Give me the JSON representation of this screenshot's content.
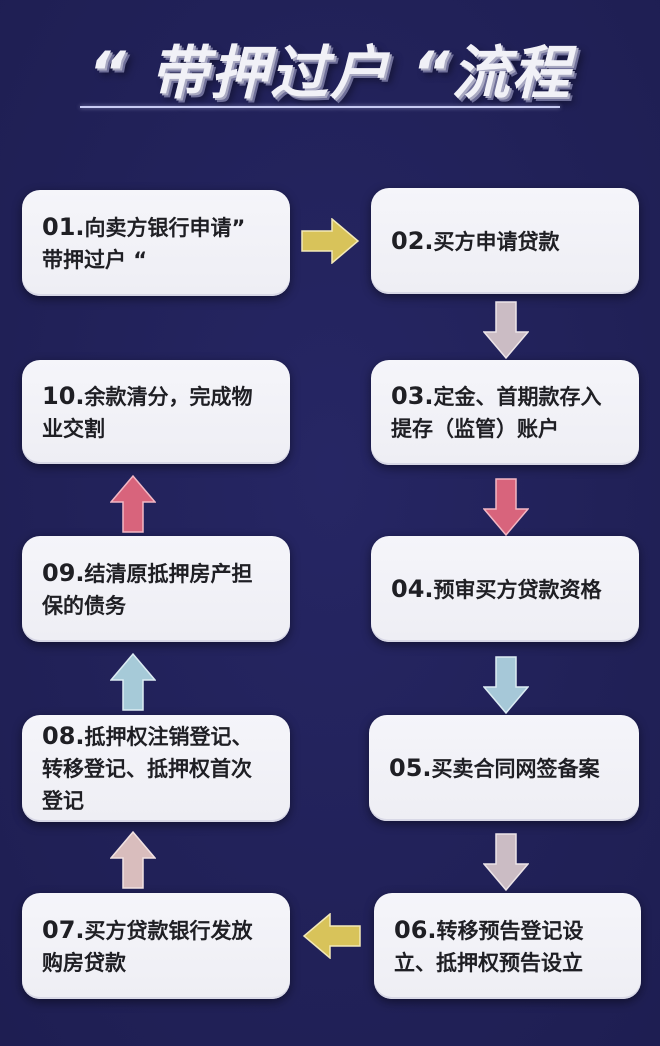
{
  "title": "“ 带押过户 “流程",
  "steps": [
    {
      "num": "01.",
      "text": "向卖方银行申请” 带押过户 “"
    },
    {
      "num": "02.",
      "text": "买方申请贷款"
    },
    {
      "num": "03.",
      "text": "定金、首期款存入提存（监管）账户"
    },
    {
      "num": "04.",
      "text": "预审买方贷款资格"
    },
    {
      "num": "05.",
      "text": "买卖合同网签备案"
    },
    {
      "num": "06.",
      "text": "转移预告登记设立、抵押权预告设立"
    },
    {
      "num": "07.",
      "text": "买方贷款银行发放购房贷款"
    },
    {
      "num": "08.",
      "text": "抵押权注销登记、转移登记、抵押权首次登记"
    },
    {
      "num": "09.",
      "text": "结清原抵押房产担保的债务"
    },
    {
      "num": "10.",
      "text": "余款清分，完成物业交割"
    }
  ],
  "arrows": [
    {
      "from": "01",
      "to": "02",
      "direction": "right",
      "color": "#d8c35a"
    },
    {
      "from": "02",
      "to": "03",
      "direction": "down",
      "color": "#cbbcc4"
    },
    {
      "from": "03",
      "to": "04",
      "direction": "down",
      "color": "#d8647c"
    },
    {
      "from": "04",
      "to": "05",
      "direction": "down",
      "color": "#a6c8d8"
    },
    {
      "from": "05",
      "to": "06",
      "direction": "down",
      "color": "#cbbcc4"
    },
    {
      "from": "06",
      "to": "07",
      "direction": "left",
      "color": "#d8c35a"
    },
    {
      "from": "07",
      "to": "08",
      "direction": "up",
      "color": "#d9bdbd"
    },
    {
      "from": "08",
      "to": "09",
      "direction": "up",
      "color": "#a6cad8"
    },
    {
      "from": "09",
      "to": "10",
      "direction": "up",
      "color": "#d8647c"
    }
  ],
  "colors": {
    "background": "#22225a",
    "box": "#f2f2f7",
    "text": "#1f1f24"
  }
}
